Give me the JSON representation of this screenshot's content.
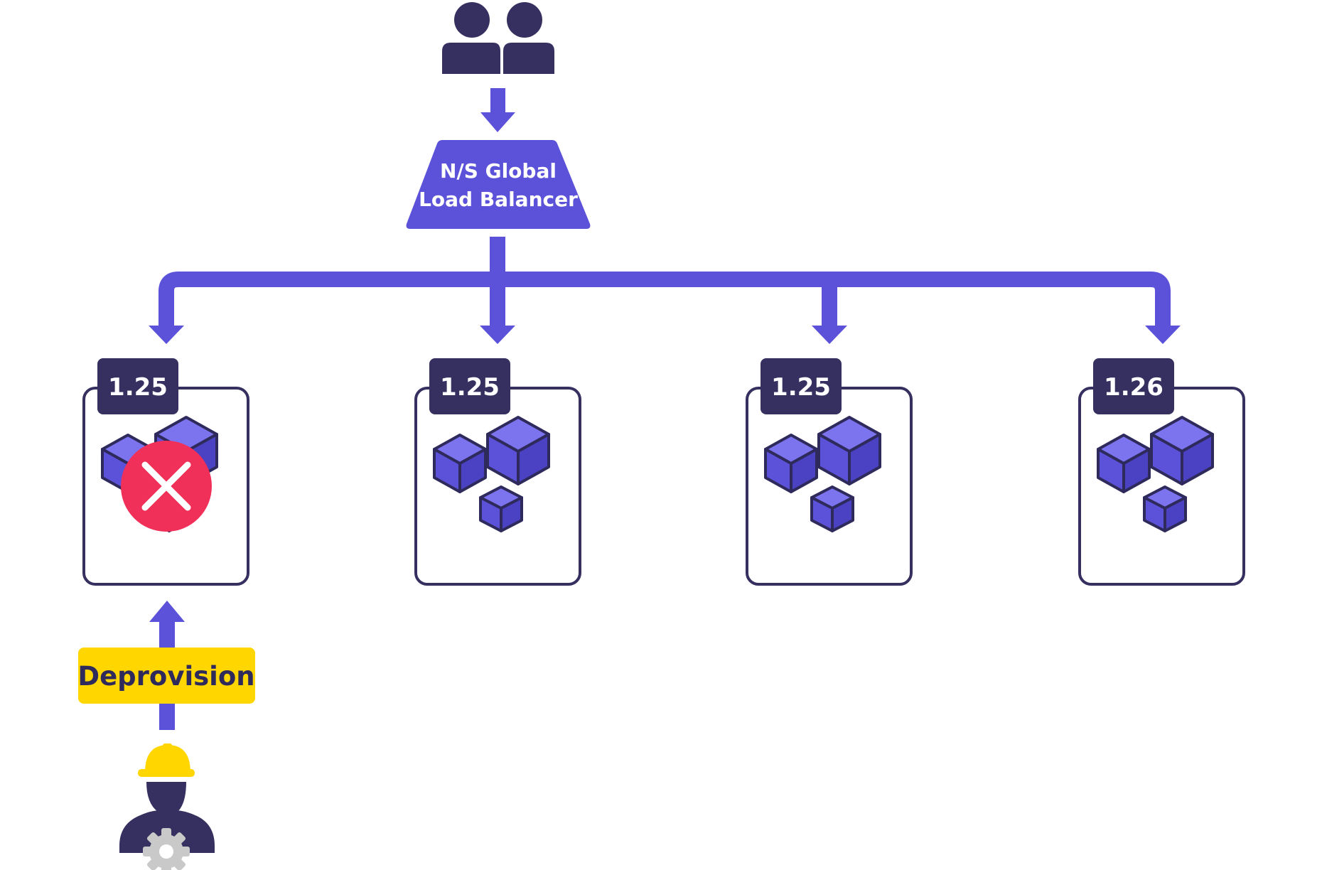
{
  "load_balancer": {
    "line1": "N/S Global",
    "line2": "Load Balancer"
  },
  "clusters": [
    {
      "version": "1.25",
      "status": "deprovisioned"
    },
    {
      "version": "1.25",
      "status": "active"
    },
    {
      "version": "1.25",
      "status": "active"
    },
    {
      "version": "1.26",
      "status": "active"
    }
  ],
  "action": {
    "label": "Deprovision"
  },
  "icons": {
    "users": "users-icon",
    "operator": "operator-icon",
    "cubes": "cubes-icon",
    "remove": "remove-icon"
  },
  "colors": {
    "primary": "#5b52d9",
    "dark": "#35305f",
    "yellow": "#ffd600",
    "red": "#f03058",
    "gear": "#c9c9c9"
  }
}
